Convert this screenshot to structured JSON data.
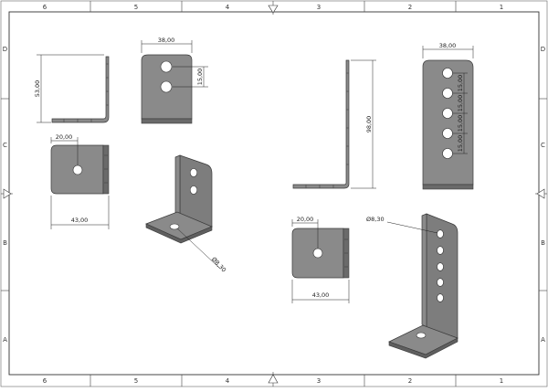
{
  "zones": {
    "columns": [
      "6",
      "5",
      "4",
      "3",
      "2",
      "1"
    ],
    "rows": [
      "D",
      "C",
      "B",
      "A"
    ]
  },
  "dimensions": {
    "small_side_height": "53,00",
    "small_front_width": "38,00",
    "small_front_hole_pitch": "15,00",
    "small_top_hole_offset": "20,00",
    "small_top_depth": "43,00",
    "small_iso_hole_dia": "Ø8,30",
    "large_side_height": "98,00",
    "large_front_width": "38,00",
    "large_pitch_1": "15,00",
    "large_pitch_2": "15,00",
    "large_pitch_3": "15,00",
    "large_pitch_4": "15,00",
    "large_top_hole_offset": "20,00",
    "large_top_depth": "43,00",
    "large_iso_hole_dia": "Ø8,30"
  },
  "colors": {
    "part_fill": "#8a8a8a",
    "part_edge": "#3a3a3a",
    "border": "#333333"
  }
}
